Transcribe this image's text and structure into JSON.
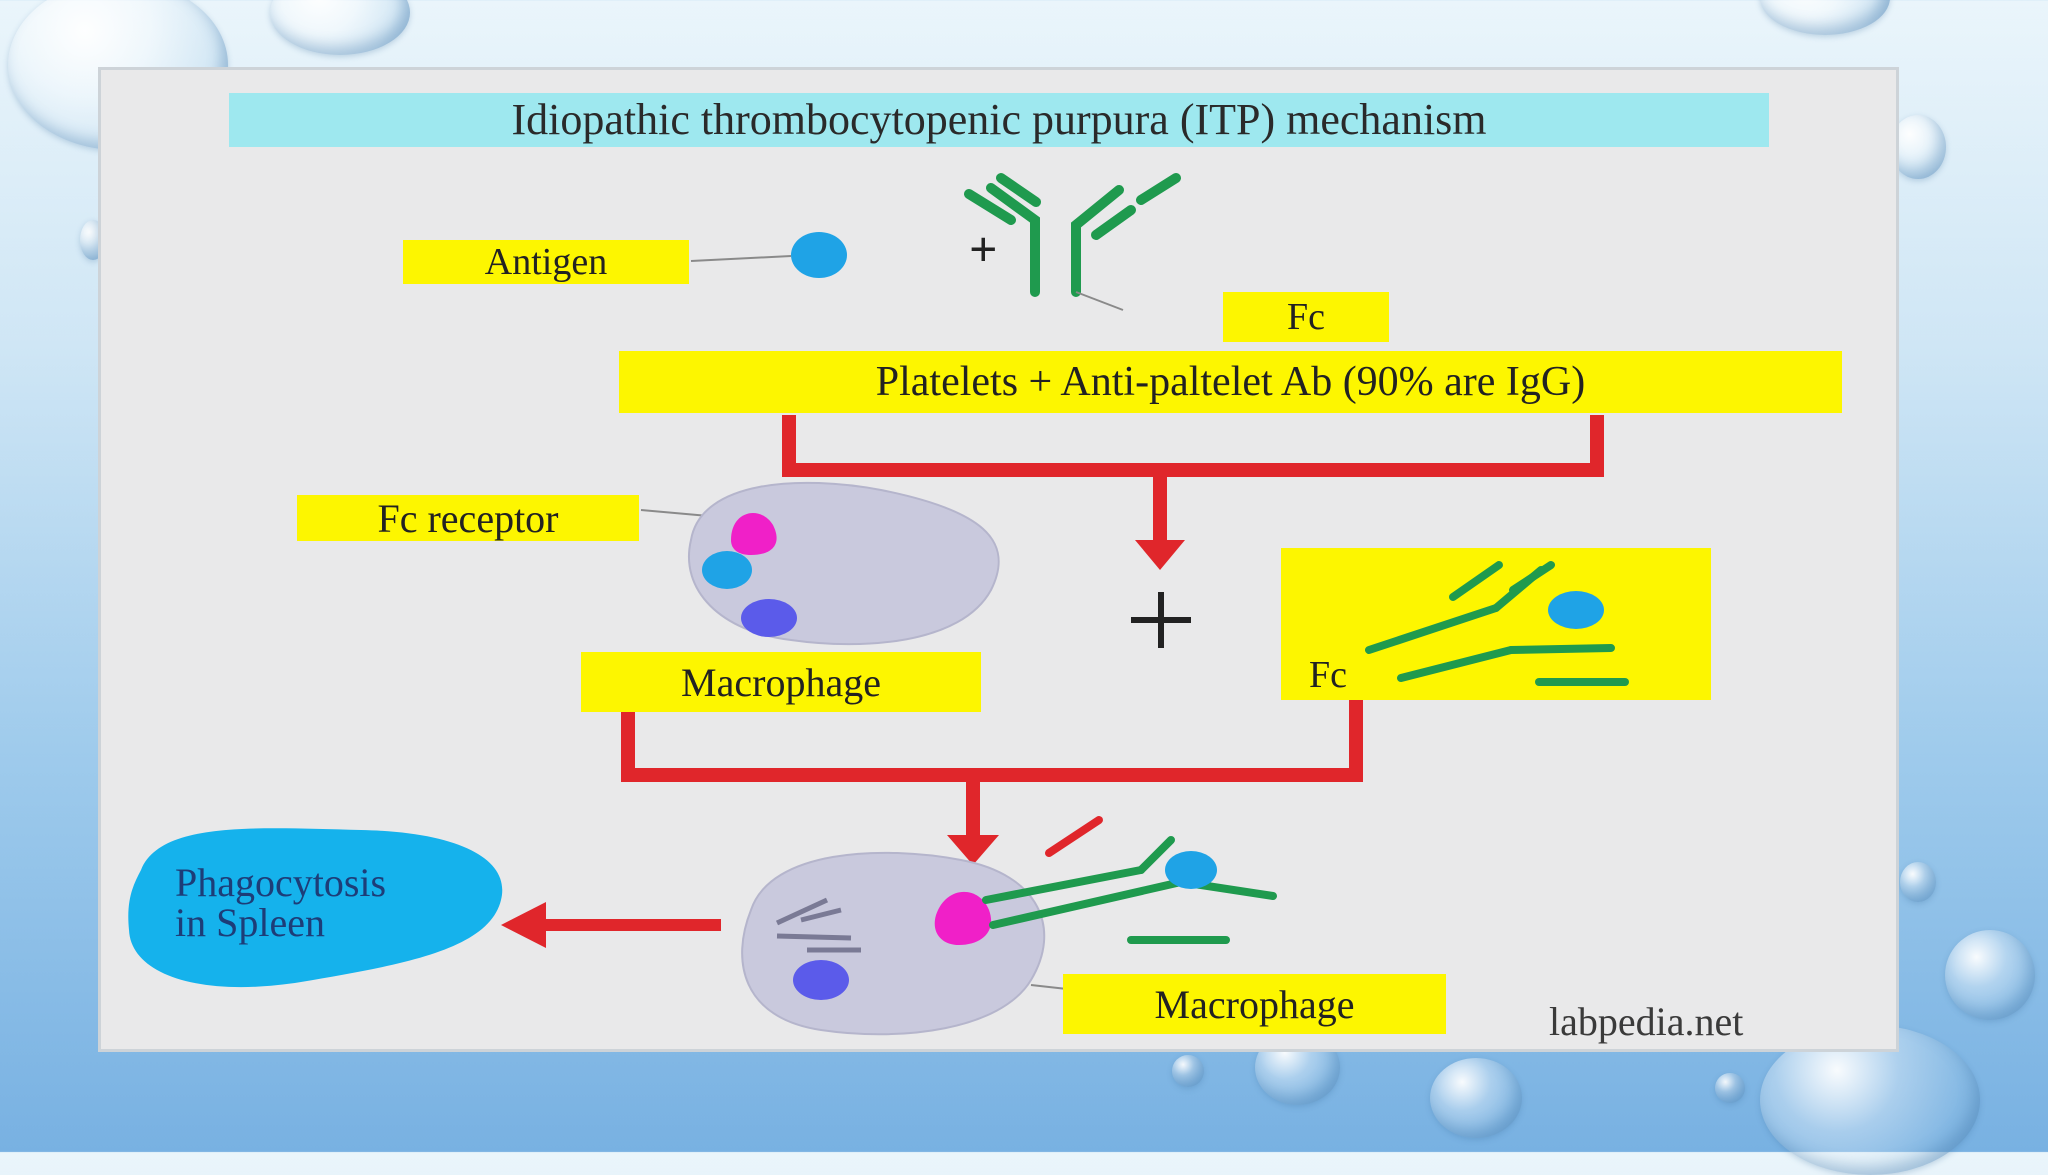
{
  "title": "Idiopathic thrombocytopenic purpura (ITP) mechanism",
  "labels": {
    "antigen": "Antigen",
    "fc_top": "Fc",
    "platelets_ab": "Platelets + Anti-paltelet Ab (90% are IgG)",
    "fc_receptor": "Fc receptor",
    "macrophage_1": "Macrophage",
    "fc_complex": "Fc",
    "phagocytosis": [
      "Phagocytosis",
      "in Spleen"
    ],
    "macrophage_2": "Macrophage"
  },
  "symbols": {
    "plus": "+"
  },
  "watermark": "labpedia.net",
  "colors": {
    "label_bg": "#fdf600",
    "title_bg": "#9ee8ef",
    "arrow": "#e0262b",
    "antibody": "#1f9a4e",
    "antigen": "#1fa3e6",
    "receptor": "#f020c8",
    "cell": "#c9c9dd",
    "spleen": "#15b2ec"
  }
}
